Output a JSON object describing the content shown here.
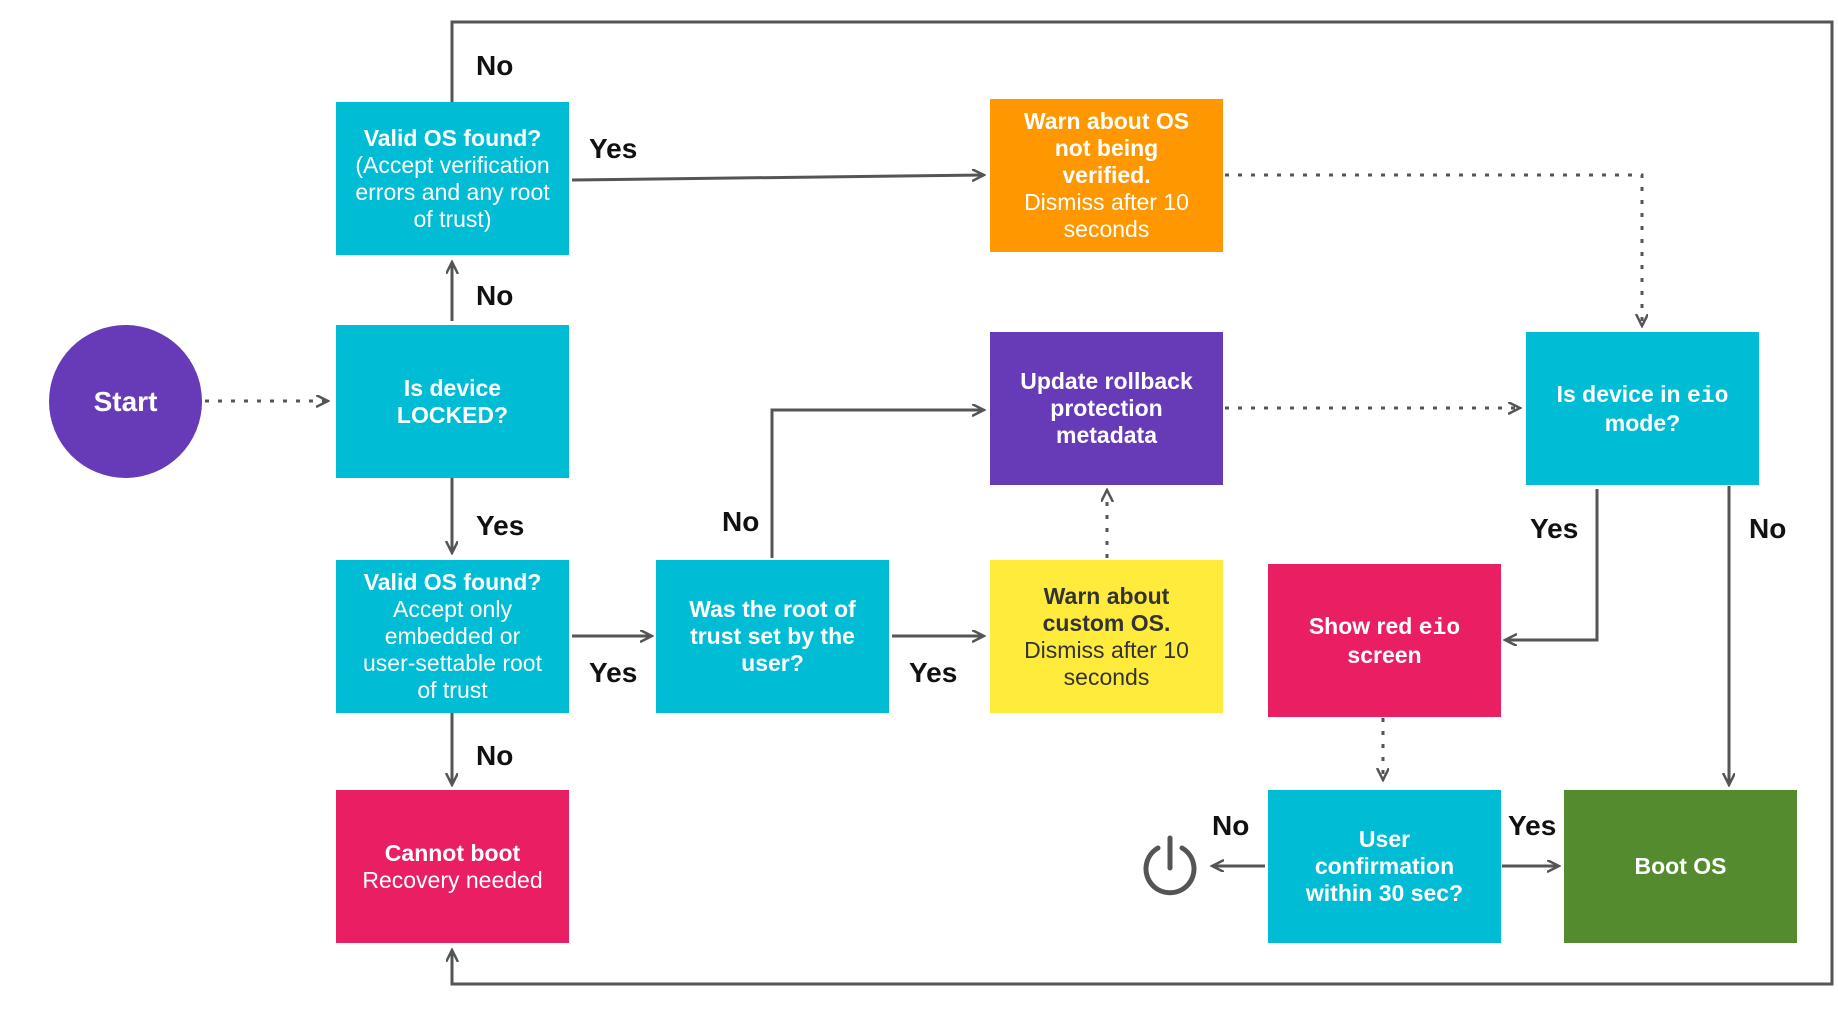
{
  "colors": {
    "cyan": "#00bcd4",
    "orange": "#ff9800",
    "purple": "#673ab7",
    "yellow": "#ffeb3b",
    "pink": "#e91e63",
    "green": "#558b2f",
    "arrow": "#555555"
  },
  "nodes": {
    "start": {
      "label": "Start"
    },
    "is_locked": {
      "line1": "Is device",
      "line2": "LOCKED?"
    },
    "valid_os_unlocked": {
      "title": "Valid OS found?",
      "line1": "(Accept verification",
      "line2": "errors and any root",
      "line3": "of trust)"
    },
    "valid_os_locked": {
      "title": "Valid OS found?",
      "line1": "Accept only",
      "line2": "embedded or",
      "line3": "user-settable root",
      "line4": "of trust"
    },
    "cannot_boot": {
      "title": "Cannot boot",
      "subtitle": "Recovery needed"
    },
    "root_set_by_user": {
      "line1": "Was the root of",
      "line2": "trust set by the",
      "line3": "user?"
    },
    "warn_not_verified": {
      "line1": "Warn about OS",
      "line2": "not being",
      "line3": "verified.",
      "line4": "Dismiss after 10",
      "line5": "seconds"
    },
    "update_rollback": {
      "line1": "Update rollback",
      "line2": "protection",
      "line3": "metadata"
    },
    "warn_custom": {
      "line1": "Warn about",
      "line2": "custom OS.",
      "line3": "Dismiss after 10",
      "line4": "seconds"
    },
    "is_eio": {
      "prefix": "Is device in ",
      "code": "eio",
      "line2": "mode?"
    },
    "show_red_eio": {
      "prefix": "Show red ",
      "code": "eio",
      "line2": "screen"
    },
    "user_confirm": {
      "line1": "User",
      "line2": "confirmation",
      "line3": "within 30 sec?"
    },
    "boot_os": {
      "label": "Boot OS"
    },
    "power": {
      "icon": "power-icon"
    }
  },
  "edge_labels": {
    "no_top": "No",
    "yes_to_warn_os": "Yes",
    "no_locked": "No",
    "yes_locked": "Yes",
    "yes_valid": "Yes",
    "no_valid": "No",
    "no_root": "No",
    "yes_root": "Yes",
    "yes_eio": "Yes",
    "no_eio": "No",
    "no_confirm": "No",
    "yes_confirm": "Yes"
  }
}
